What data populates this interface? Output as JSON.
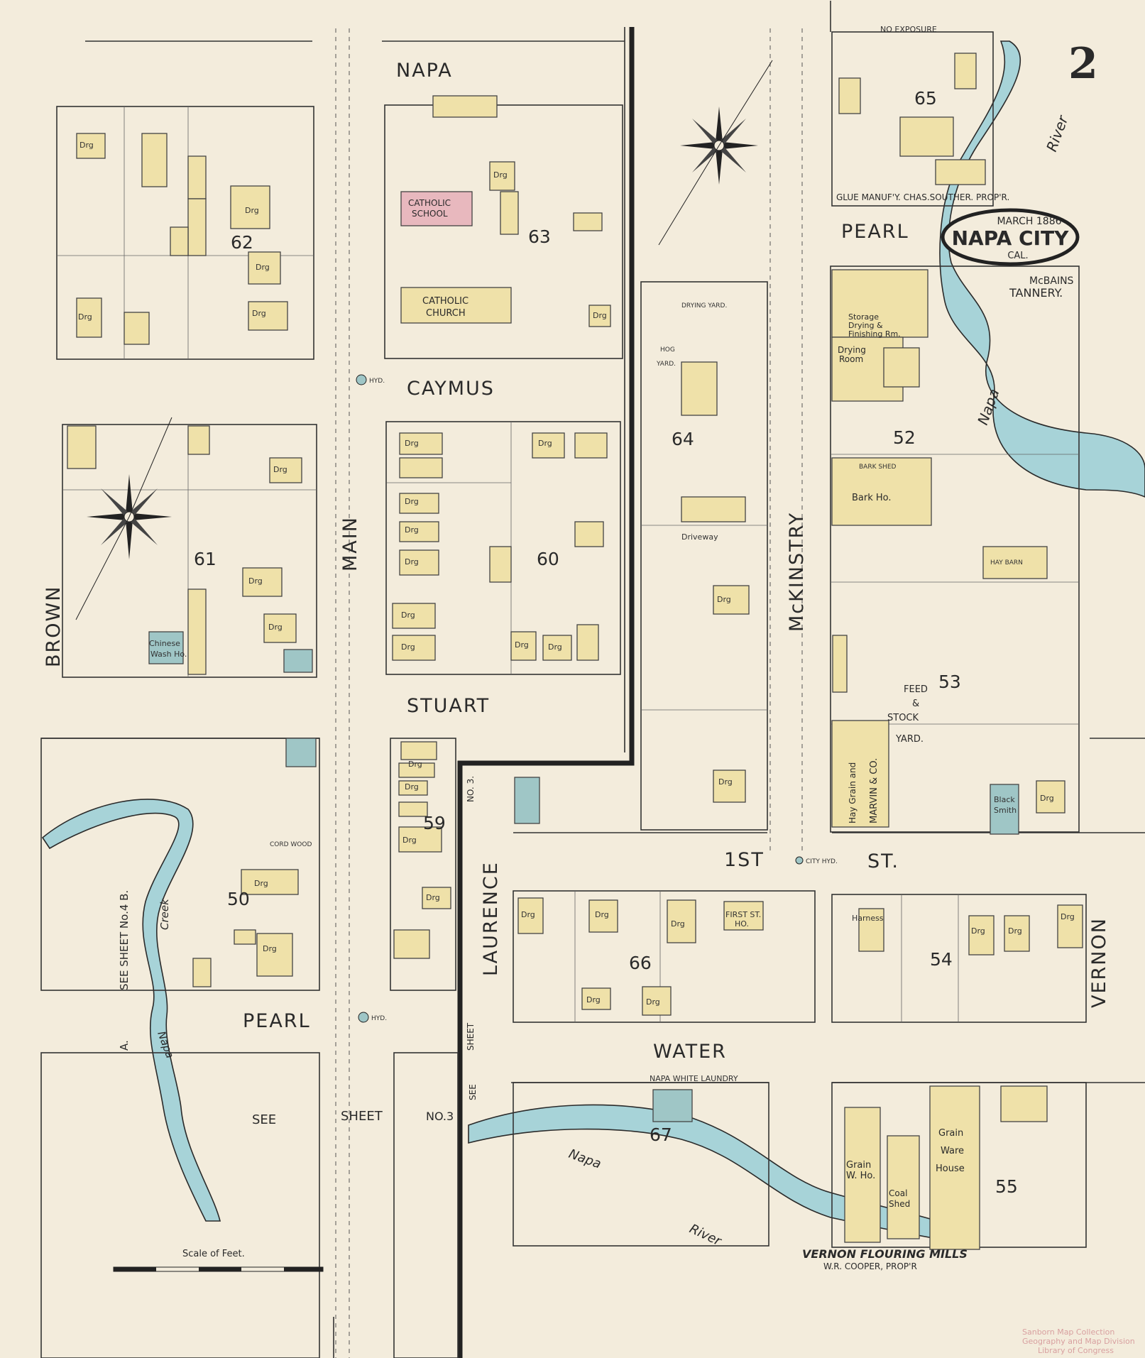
{
  "sheet_number": "2",
  "cartouche": {
    "date": "MARCH 1886",
    "city": "NAPA CITY",
    "state": "CAL."
  },
  "streets": {
    "napa": "NAPA",
    "caymus": "CAYMUS",
    "stuart": "STUART",
    "pearl_left": "PEARL",
    "pearl_right": "PEARL",
    "first": "1ST",
    "st": "ST.",
    "water": "WATER",
    "main": "MAIN",
    "brown": "BROWN",
    "mckinstry": "McKINSTRY",
    "laurence": "LAURENCE",
    "vernon": "VERNON"
  },
  "blocks": [
    "62",
    "63",
    "65",
    "61",
    "60",
    "64",
    "52",
    "53",
    "59",
    "50",
    "66",
    "54",
    "67",
    "55"
  ],
  "labels": {
    "catholic_school": "CATHOLIC",
    "catholic_school_2": "SCHOOL",
    "catholic_church": "CATHOLIC",
    "catholic_church_2": "CHURCH",
    "glue": "GLUE MANUF'Y. CHAS.SOUTHER. PROP'R.",
    "no_exposure": "NO EXPOSURE",
    "tannery_1": "McBAINS",
    "tannery_2": "TANNERY.",
    "bark_shed": "BARK SHED",
    "bark_house": "Bark Ho.",
    "hay_barn": "HAY BARN",
    "feed": "FEED",
    "amp": "&",
    "stock": "STOCK",
    "yard": "YARD.",
    "driveway": "Driveway",
    "drying_yard": "DRYING YARD.",
    "hog_yard": "HOG",
    "hog_yard_2": "YARD.",
    "laundry": "NAPA WHITE LAUNDRY",
    "vernon_mills": "VERNON FLOURING MILLS",
    "vernon_prop": "W.R. COOPER, PROP'R",
    "first_st_ho": "FIRST ST.",
    "first_st_ho_2": "HO.",
    "grain_wh": "Grain",
    "grain_wh_2": "W. Ho.",
    "grain_ware": "Grain",
    "grain_ware_2": "Ware",
    "grain_ware_3": "House",
    "coal_shed": "Coal",
    "coal_shed_2": "Shed",
    "chinese_wash": "Chinese",
    "chinese_wash_2": "Wash Ho.",
    "blacksmith": "Black",
    "blacksmith_2": "Smith",
    "harness": "Harness",
    "marvin": "MARVIN & CO.",
    "hay_grain": "Hay Grain and",
    "cord_wood": "CORD WOOD",
    "see": "SEE",
    "sheet": "SHEET",
    "no3": "NO.3",
    "see_sheet_no4b": "SEE SHEET No.4 B.",
    "a_label": "A.",
    "sheet_v": "SHEET",
    "see_v": "SEE",
    "no3_v": "NO. 3.",
    "napa_creek": "Napa",
    "creek": "Creek",
    "napa_river": "Napa",
    "river": "River",
    "napa_river_right": "Napa",
    "river_right": "River",
    "scale": "Scale of Feet.",
    "hyd": "HYD.",
    "city_hyd": "CITY HYD.",
    "storage": "Storage",
    "drying": "Drying &",
    "finishing": "Finishing Rm.",
    "drying_room": "Drying",
    "drying_room_2": "Room",
    "stamp_1": "Sanborn Map Collection",
    "stamp_2": "Geography and Map Division",
    "stamp_3": "Library of Congress"
  },
  "dwelling_label": "Drg",
  "colors": {
    "paper": "#f3ecdc",
    "frame": "#efe1a9",
    "brick": "#e8b8be",
    "stone": "#9fc6c6",
    "water": "#a7d3d8"
  }
}
